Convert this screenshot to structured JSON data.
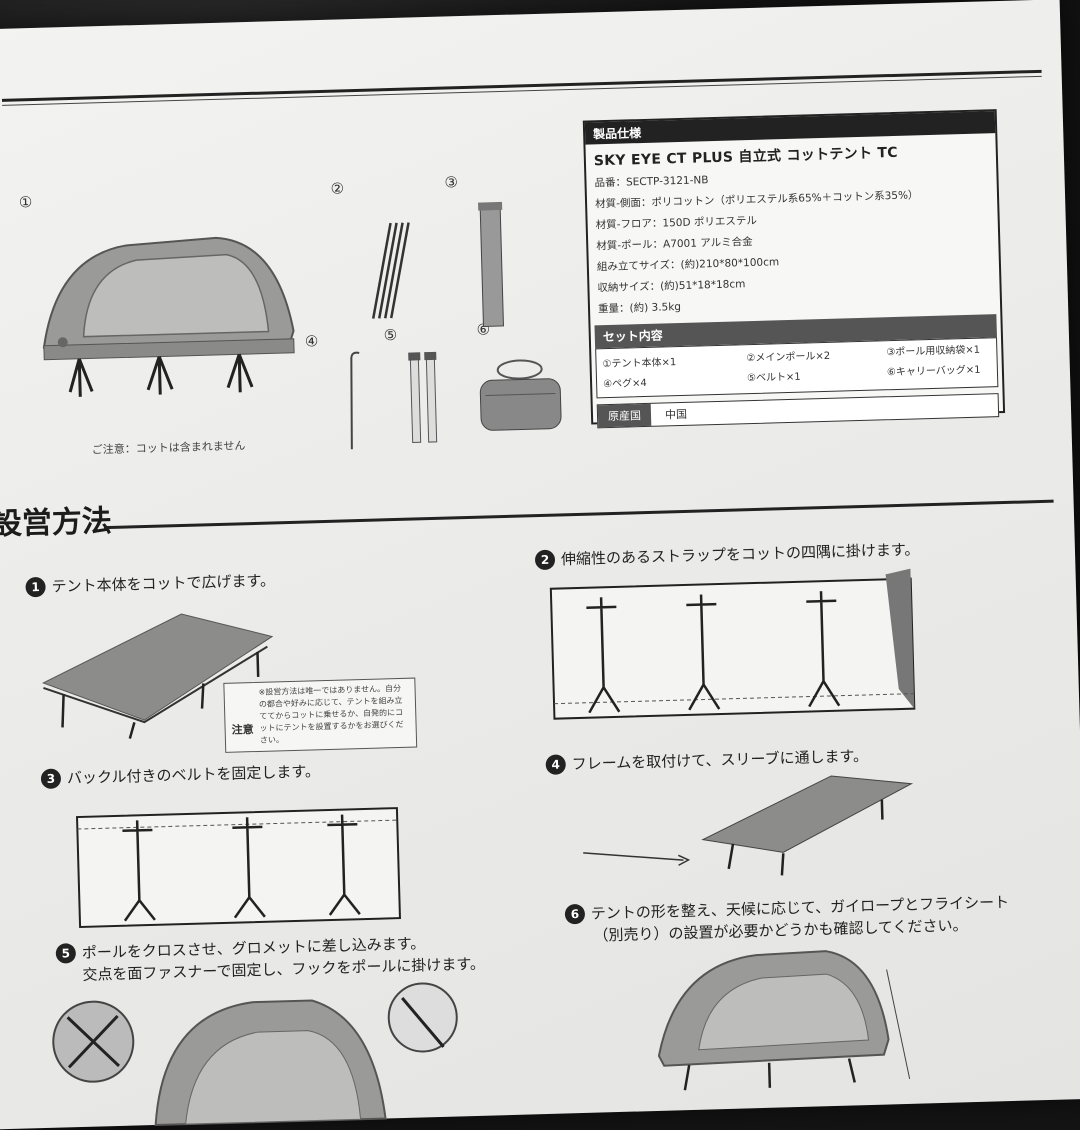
{
  "parts": {
    "labels": [
      "①",
      "②",
      "③",
      "④",
      "⑤",
      "⑥"
    ],
    "caption": "ご注意：コットは含まれません"
  },
  "spec": {
    "header": "製品仕様",
    "title": "SKY EYE CT PLUS  自立式 コットテント TC",
    "rows": [
      {
        "k": "品番：",
        "v": "SECTP-3121-NB"
      },
      {
        "k": "材質-側面：",
        "v": "ポリコットン（ポリエステル系65%＋コットン系35%）"
      },
      {
        "k": "材質-フロア：",
        "v": "150D ポリエステル"
      },
      {
        "k": "材質-ポール：",
        "v": "A7001 アルミ合金"
      },
      {
        "k": "組み立てサイズ：",
        "v": "(約)210*80*100cm"
      },
      {
        "k": "収納サイズ：",
        "v": "(約)51*18*18cm"
      },
      {
        "k": "重量：",
        "v": "(約) 3.5kg"
      }
    ],
    "set_header": "セット内容",
    "set_items": [
      "①テント本体×1",
      "②メインポール×2",
      "③ポール用収納袋×1",
      "④ペグ×4",
      "⑤ベルト×1",
      "⑥キャリーバッグ×1"
    ],
    "origin_label": "原産国",
    "origin_value": "中国"
  },
  "setup": {
    "title": "設営方法",
    "steps": [
      {
        "n": "1",
        "text": "テント本体をコットで広げます。"
      },
      {
        "n": "2",
        "text": "伸縮性のあるストラップをコットの四隅に掛けます。"
      },
      {
        "n": "3",
        "text": "バックル付きのベルトを固定します。"
      },
      {
        "n": "4",
        "text": "フレームを取付けて、スリーブに通します。"
      },
      {
        "n": "5",
        "text": "ポールをクロスさせ、グロメットに差し込みます。",
        "text2": "交点を面ファスナーで固定し、フックをポールに掛けます。"
      },
      {
        "n": "6",
        "text": "テントの形を整え、天候に応じて、ガイロープとフライシート",
        "text2": "（別売り）の設置が必要かどうかも確認してください。"
      }
    ],
    "note_label": "注意",
    "note_text": "※設営方法は唯一ではありません。自分の都合や好みに応じて、テントを組み立ててからコットに乗せるか、自発的にコットにテントを設置するかをお選びください。"
  },
  "colors": {
    "paper": "#eeeeec",
    "ink": "#222222",
    "bag": "#141414"
  }
}
